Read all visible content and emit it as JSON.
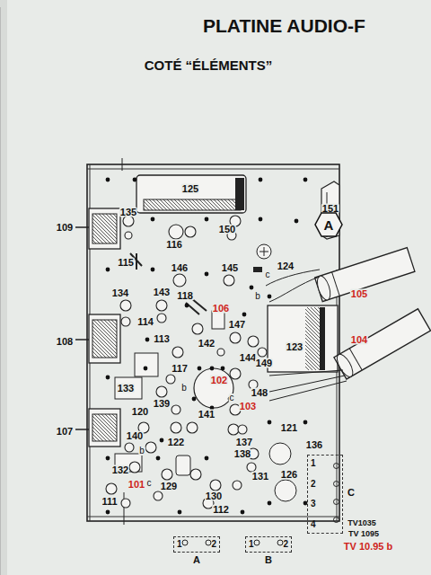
{
  "diagram": {
    "title": "PLATINE AUDIO-F",
    "nodes": [
      {
        "text": [
          "A"
        ]
      },
      {
        "text": [
          "1",
          "2",
          "A"
        ]
      },
      {
        "text": [
          "1",
          "2",
          "B"
        ]
      },
      {
        "text": [
          "1",
          "2",
          "3",
          "4",
          "C"
        ]
      }
    ],
    "labels": [
      "COTÉ “ÉLÉMENTS”",
      "125",
      "151",
      "109",
      "135",
      "116",
      "150",
      "124",
      "115",
      "146",
      "145",
      "105",
      "134",
      "143",
      "118",
      "106",
      "147",
      "104",
      "108",
      "114",
      "113",
      "142",
      "123",
      "144",
      "149",
      "117",
      "102",
      "148",
      "133",
      "139",
      "103",
      "120",
      "141",
      "121",
      "107",
      "140",
      "122",
      "137",
      "136",
      "138",
      "132",
      "131",
      "126",
      "101",
      "129",
      "130",
      "111",
      "112",
      "TV1035",
      "TV 1095",
      "TV 10.95 b",
      "c",
      "b",
      "b",
      "c",
      "b",
      "c"
    ]
  }
}
